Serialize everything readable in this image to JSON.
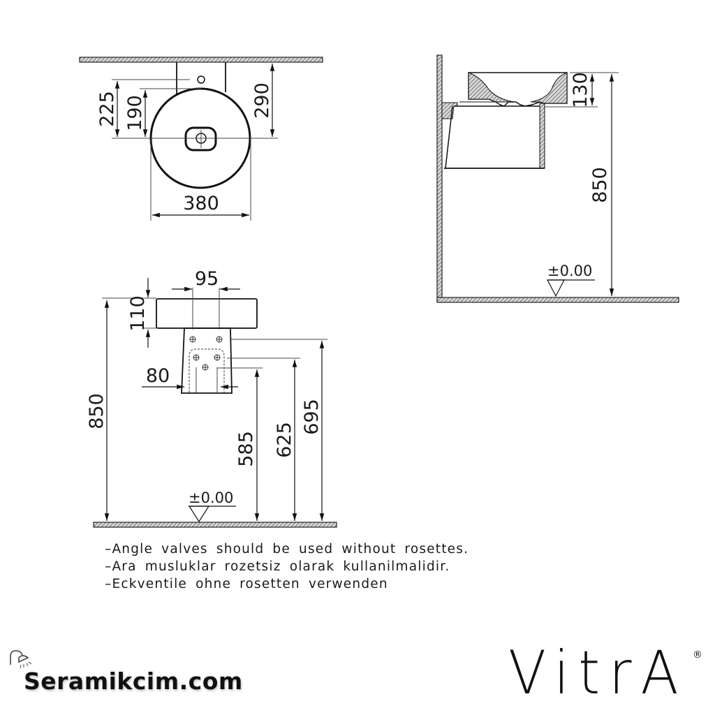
{
  "top_view": {
    "dim_225": "225",
    "dim_190": "190",
    "dim_290": "290",
    "dim_380": "380"
  },
  "side_view": {
    "dim_130": "130",
    "dim_850": "850",
    "level": "±0.00"
  },
  "front_view": {
    "dim_95": "95",
    "dim_110": "110",
    "dim_80": "80",
    "dim_850": "850",
    "dim_585": "585",
    "dim_625": "625",
    "dim_695": "695",
    "level": "±0.00"
  },
  "notes": [
    "–Angle valves should be used without rosettes.",
    "–Ara musluklar rozetsiz olarak kullanilmalidir.",
    "–Eckventile ohne rosetten verwenden"
  ],
  "branding": {
    "site": "Seramikcim.com",
    "site_icon": "shower-icon",
    "logo": "VitrA",
    "registered": "®"
  }
}
